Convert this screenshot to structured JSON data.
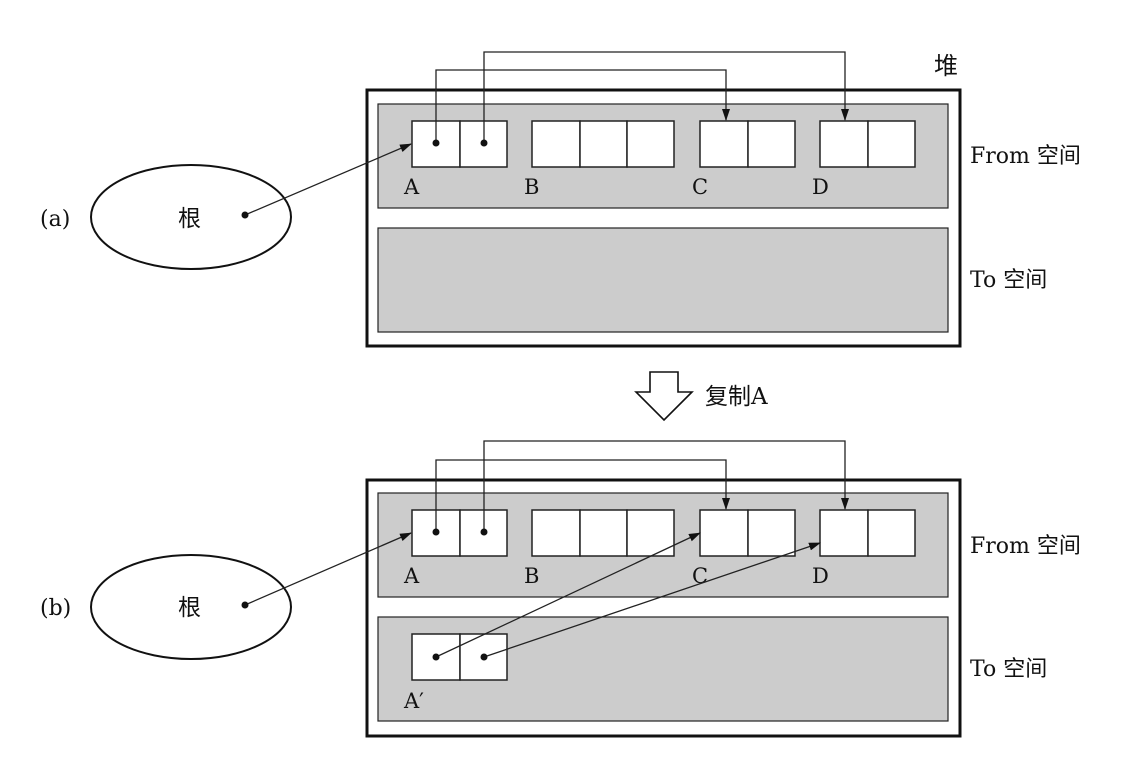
{
  "heap_label": "堆",
  "copy_step_label": "复制A",
  "panels": [
    {
      "label": "(a)",
      "root_label": "根",
      "from_space_label": "From 空间",
      "to_space_label": "To 空间",
      "objects": [
        {
          "id": "A",
          "label": "A",
          "cells": 2
        },
        {
          "id": "B",
          "label": "B",
          "cells": 3
        },
        {
          "id": "C",
          "label": "C",
          "cells": 2
        },
        {
          "id": "D",
          "label": "D",
          "cells": 2
        }
      ],
      "copied_objects": []
    },
    {
      "label": "(b)",
      "root_label": "根",
      "from_space_label": "From 空间",
      "to_space_label": "To 空间",
      "objects": [
        {
          "id": "A",
          "label": "A",
          "cells": 2
        },
        {
          "id": "B",
          "label": "B",
          "cells": 3
        },
        {
          "id": "C",
          "label": "C",
          "cells": 2
        },
        {
          "id": "D",
          "label": "D",
          "cells": 2
        }
      ],
      "copied_objects": [
        {
          "id": "A_prime",
          "label": "A′",
          "cells": 2
        }
      ]
    }
  ]
}
